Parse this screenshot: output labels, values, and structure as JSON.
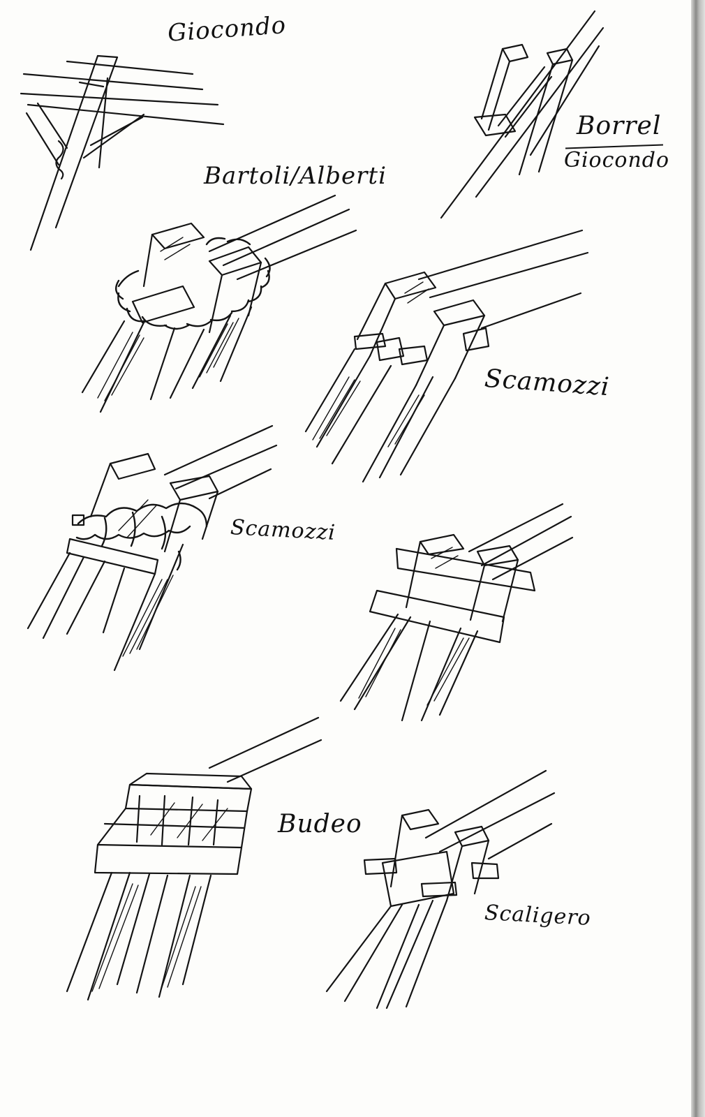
{
  "labels": {
    "giocondo_top": "Giocondo",
    "borrel": "Borrel",
    "giocondo_under_borrel": "Giocondo",
    "bartoli_alberti": "Bartoli/Alberti",
    "scamozzi_1": "Scamozzi",
    "scamozzi_2": "Scamozzi",
    "budeo": "Budeo",
    "scaligero": "Scaligero"
  },
  "colors": {
    "ink": "#141414",
    "paper": "#fdfdfb"
  }
}
